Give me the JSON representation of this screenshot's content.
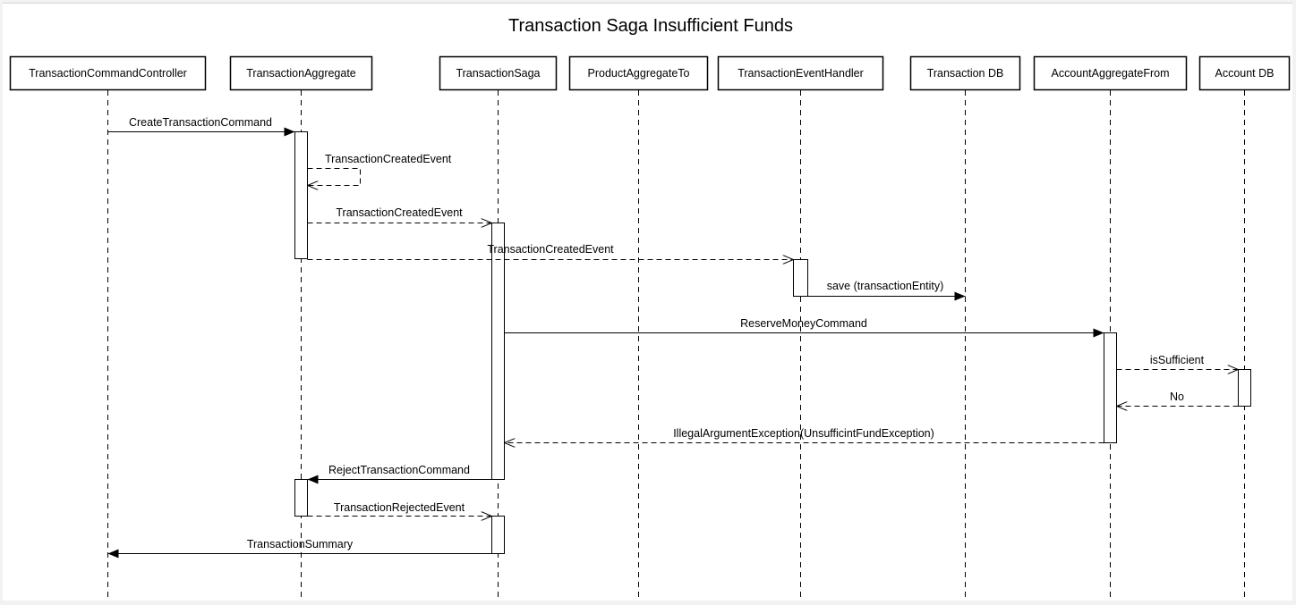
{
  "diagram": {
    "title": "Transaction Saga Insufficient Funds",
    "participants": [
      "TransactionCommandController",
      "TransactionAggregate",
      "TransactionSaga",
      "ProductAggregateTo",
      "TransactionEventHandler",
      "Transaction DB",
      "AccountAggregateFrom",
      "Account DB"
    ],
    "messages": [
      {
        "label": "CreateTransactionCommand",
        "from": "TransactionCommandController",
        "to": "TransactionAggregate",
        "kind": "sync"
      },
      {
        "label": "TransactionCreatedEvent",
        "from": "TransactionAggregate",
        "to": "TransactionAggregate",
        "kind": "self-return"
      },
      {
        "label": "TransactionCreatedEvent",
        "from": "TransactionAggregate",
        "to": "TransactionSaga",
        "kind": "async"
      },
      {
        "label": "TransactionCreatedEvent",
        "from": "TransactionAggregate",
        "to": "TransactionEventHandler",
        "kind": "async"
      },
      {
        "label": "save (transactionEntity)",
        "from": "TransactionEventHandler",
        "to": "Transaction DB",
        "kind": "sync"
      },
      {
        "label": "ReserveMoneyCommand",
        "from": "TransactionSaga",
        "to": "AccountAggregateFrom",
        "kind": "sync"
      },
      {
        "label": "isSufficient",
        "from": "AccountAggregateFrom",
        "to": "Account DB",
        "kind": "async"
      },
      {
        "label": "No",
        "from": "Account DB",
        "to": "AccountAggregateFrom",
        "kind": "return"
      },
      {
        "label": "IllegalArgumentException(UnsufficintFundException)",
        "from": "AccountAggregateFrom",
        "to": "TransactionSaga",
        "kind": "return"
      },
      {
        "label": "RejectTransactionCommand",
        "from": "TransactionSaga",
        "to": "TransactionAggregate",
        "kind": "sync"
      },
      {
        "label": "TransactionRejectedEvent",
        "from": "TransactionAggregate",
        "to": "TransactionSaga",
        "kind": "async"
      },
      {
        "label": "TransactionSummary",
        "from": "TransactionSaga",
        "to": "TransactionCommandController",
        "kind": "sync"
      }
    ]
  }
}
